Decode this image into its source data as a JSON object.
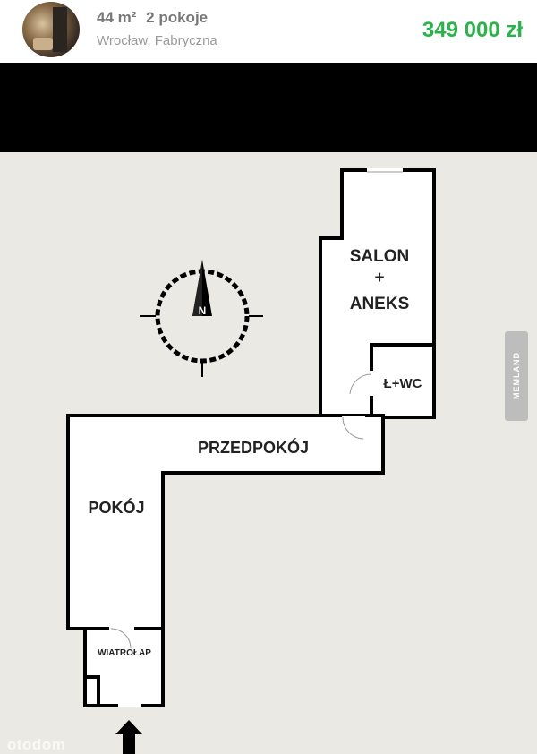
{
  "listing": {
    "area": "44 m²",
    "rooms": "2 pokoje",
    "location": "Wrocław, Fabryczna",
    "price": "349 000 zł"
  },
  "floorplan": {
    "rooms": {
      "salon": "SALON",
      "plus": "+",
      "aneks": "ANEKS",
      "wc": "Ł+WC",
      "przedpokoj": "PRZEDPOKÓJ",
      "pokoj": "POKÓJ",
      "wiatrolap": "WIATROŁAP"
    },
    "compass_letter": "N"
  },
  "watermarks": {
    "memland": "MEMLAND",
    "otodom": "otodom"
  },
  "colors": {
    "price": "#2bb34a",
    "plan_background": "#ebe9e4",
    "walls": "#000000"
  }
}
